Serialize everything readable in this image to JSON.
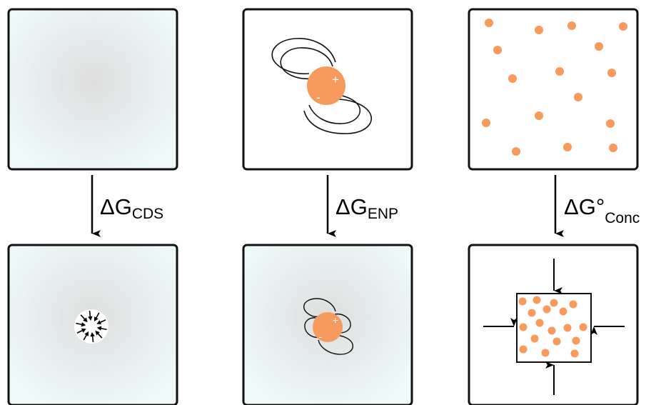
{
  "labels": {
    "cds": {
      "main": "ΔG",
      "sub": "CDS"
    },
    "enp": {
      "main": "ΔG",
      "sub": "ENP"
    },
    "conc": {
      "main": "ΔG°",
      "sub": "Conc"
    }
  },
  "charges": {
    "plus": "+",
    "minus": "-"
  },
  "colors": {
    "solute": "#f79a5e",
    "panel_border": "#111111",
    "solvent_light": "#eef9f9",
    "solvent_dark": "#dedede"
  },
  "icons": [
    "plus-charge-icon",
    "minus-charge-icon",
    "arrow-down-icon",
    "arrow-inward-icon"
  ]
}
